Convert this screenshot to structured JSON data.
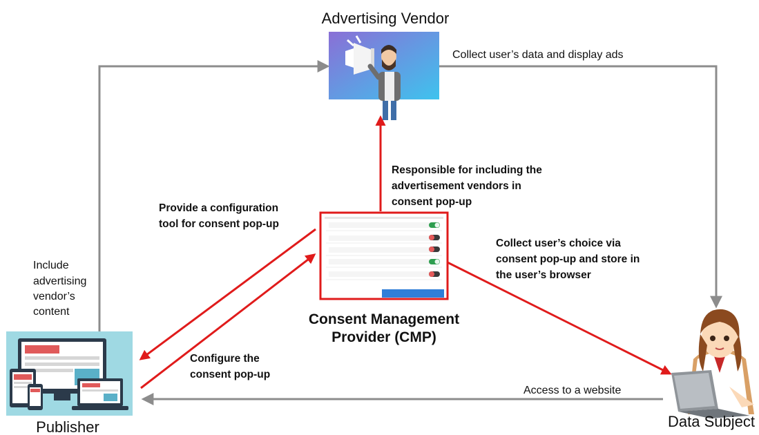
{
  "nodes": {
    "vendor": {
      "label": "Advertising Vendor"
    },
    "publisher": {
      "label": "Publisher"
    },
    "subject": {
      "label": "Data Subject"
    },
    "cmp": {
      "label_line1": "Consent Management",
      "label_line2": "Provider (CMP)"
    }
  },
  "edges": {
    "publisher_to_vendor": {
      "lines": [
        "Include",
        "advertising",
        "vendor’s",
        "content"
      ]
    },
    "vendor_to_subject": {
      "label": "Collect user’s data and display ads"
    },
    "subject_to_publisher": {
      "label": "Access to a website"
    },
    "cmp_to_vendor": {
      "lines": [
        "Responsible for including the",
        "advertisement vendors in",
        "consent pop-up"
      ]
    },
    "cmp_to_publisher": {
      "lines": [
        "Provide a configuration",
        "tool for consent pop-up"
      ]
    },
    "publisher_to_cmp": {
      "lines": [
        "Configure the",
        "consent pop-up"
      ]
    },
    "cmp_to_subject": {
      "lines": [
        "Collect user’s choice via",
        "consent pop-up and store in",
        "the user’s browser"
      ]
    }
  },
  "colors": {
    "gray_arrow": "#8c8c8c",
    "red_arrow": "#e01b1b",
    "vendor_bg_top": "#8a6fd6",
    "vendor_bg_bottom": "#3ec3ee",
    "publisher_bg": "#9fd9e3",
    "popup_button": "#2f7ed8"
  }
}
